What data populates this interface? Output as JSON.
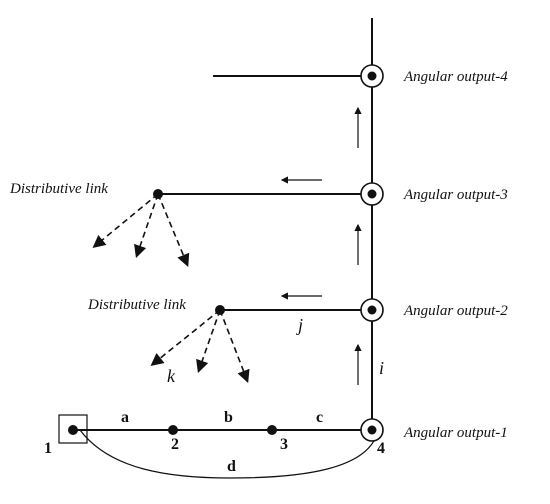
{
  "outputs": [
    {
      "label": "Angular output-4"
    },
    {
      "label": "Angular output-3"
    },
    {
      "label": "Angular output-2"
    },
    {
      "label": "Angular output-1"
    }
  ],
  "distributive_links": [
    {
      "label": "Distributive link"
    },
    {
      "label": "Distributive link"
    }
  ],
  "node_numbers": [
    "1",
    "2",
    "3",
    "4"
  ],
  "link_letters": {
    "a": "a",
    "b": "b",
    "c": "c",
    "d": "d",
    "i": "i",
    "j": "j",
    "k": "k"
  }
}
